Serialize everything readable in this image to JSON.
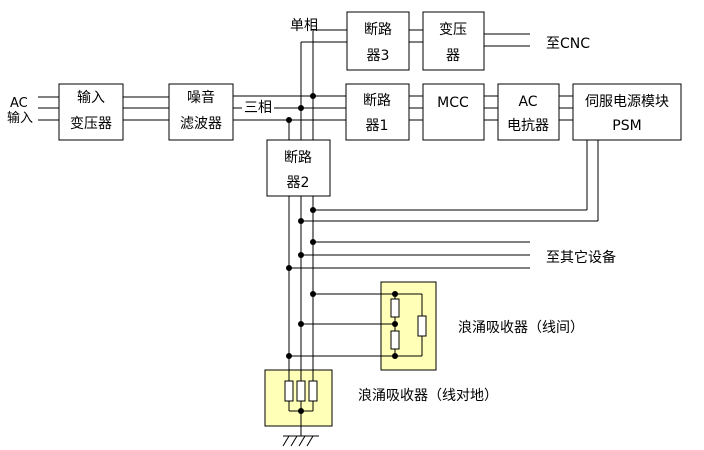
{
  "diagram": {
    "ac_input": {
      "line1": "AC",
      "line2": "输入"
    },
    "input_transformer": {
      "line1": "输入",
      "line2": "变压器"
    },
    "noise_filter": {
      "line1": "噪音",
      "line2": "滤波器"
    },
    "three_phase_label": "三相",
    "single_phase_label": "单相",
    "breaker3": {
      "line1": "断路",
      "line2": "器3"
    },
    "transformer": {
      "line1": "变压",
      "line2": "器"
    },
    "to_cnc": "至CNC",
    "breaker1": {
      "line1": "断路",
      "line2": "器1"
    },
    "mcc": "MCC",
    "ac_reactor": {
      "line1": "AC",
      "line2": "电抗器"
    },
    "psm": {
      "line1": "伺服电源模块",
      "line2": "PSM"
    },
    "breaker2": {
      "line1": "断路",
      "line2": "器2"
    },
    "to_other_equipment": "至其它设备",
    "surge_absorber_line_to_line": "浪涌吸收器（线间）",
    "surge_absorber_line_to_ground": "浪涌吸收器（线对地）"
  }
}
